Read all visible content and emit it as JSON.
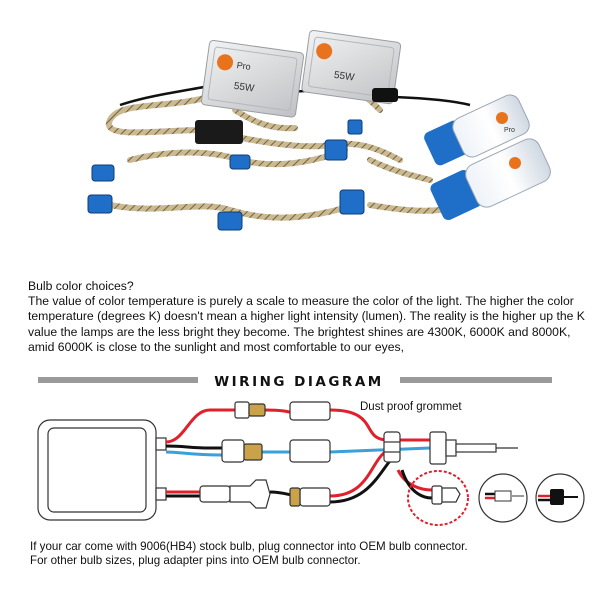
{
  "photo": {
    "ballast_brand": "Pro",
    "ballast_wattage": "55W",
    "bulb_brand": "Pro",
    "colors": {
      "connector_blue": "#1f6fc8",
      "ballast_silver": "#d9dadc",
      "brand_orange": "#e8731c",
      "cable_braid": "#c9b48a"
    }
  },
  "description": {
    "heading": "Bulb color choices?",
    "body": "The value of color temperature is purely a scale to measure the color of the light. The higher the color temperature (degrees K) doesn't mean a higher light intensity (lumen). The reality is the higher up the K value the lamps are the less bright they become. The brightest shines are 4300K, 6000K and 8000K, amid 6000K is close to the sunlight and most comfortable to our eyes,"
  },
  "wiring": {
    "title": "WIRING DIAGRAM",
    "grommet_label": "Dust proof grommet",
    "colors": {
      "red_wire": "#e0202a",
      "blue_wire": "#3aa0dc",
      "black_wire": "#111111",
      "title_bar": "#9a9a9a"
    }
  },
  "footer": {
    "line1": "If your car come with 9006(HB4) stock bulb, plug connector into OEM bulb connector.",
    "line2": "For other bulb sizes, plug adapter pins into OEM bulb connector."
  }
}
